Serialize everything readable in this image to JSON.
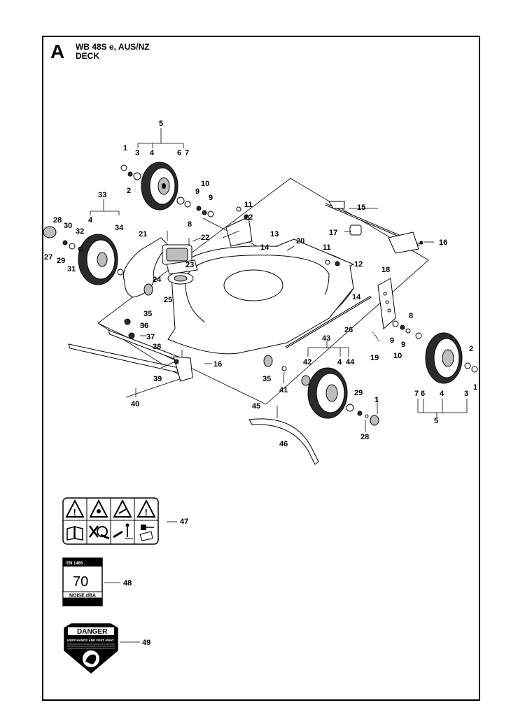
{
  "header": {
    "section_letter": "A",
    "model_line": "WB 48S e, AUS/NZ",
    "group_name": "DECK"
  },
  "callouts": {
    "n1": "1",
    "n2": "2",
    "n3": "3",
    "n4": "4",
    "n5": "5",
    "n6": "6",
    "n7": "7",
    "n8": "8",
    "n9": "9",
    "n10": "10",
    "n11": "11",
    "n12": "12",
    "n13": "13",
    "n14": "14",
    "n15": "15",
    "n16": "16",
    "n17": "17",
    "n18": "18",
    "n19": "19",
    "n20": "20",
    "n21": "21",
    "n22": "22",
    "n23": "23",
    "n24": "24",
    "n25": "25",
    "n26": "26",
    "n27": "27",
    "n28": "28",
    "n29": "29",
    "n30": "30",
    "n31": "31",
    "n32": "32",
    "n33": "33",
    "n34": "34",
    "n35": "35",
    "n36": "36",
    "n37": "37",
    "n38": "38",
    "n39": "39",
    "n40": "40",
    "n41": "41",
    "n42": "42",
    "n43": "43",
    "n44": "44",
    "n45": "45",
    "n46": "46",
    "n47": "47",
    "n48": "48",
    "n49": "49"
  },
  "noise_label": {
    "standard": "EN 1465",
    "value": "70",
    "unit": "NOISE dBA"
  },
  "danger_label": {
    "heading": "DANGER",
    "line1": "KEEP HANDS AND FEET AWAY"
  }
}
